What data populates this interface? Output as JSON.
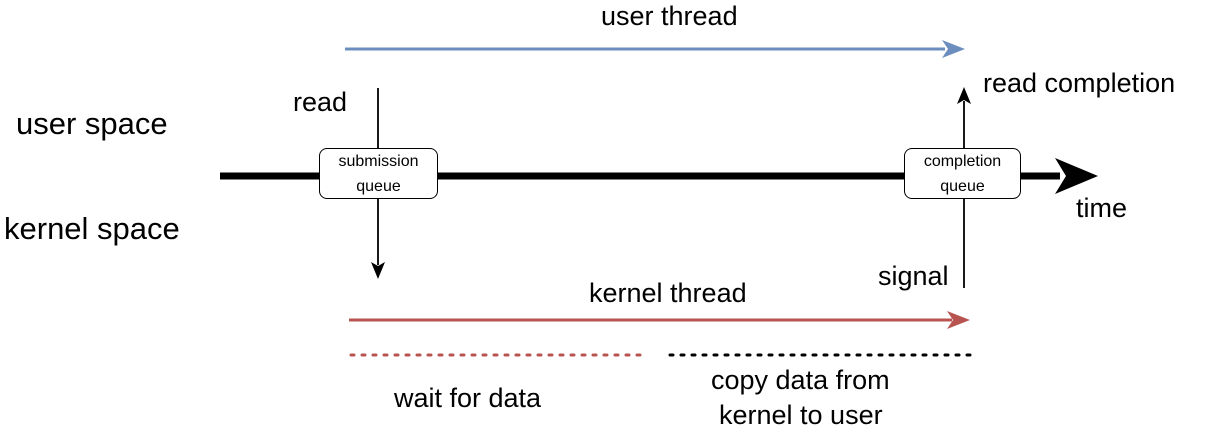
{
  "labels": {
    "user_thread": "user thread",
    "read": "read",
    "read_completion": "read completion",
    "user_space": "user space",
    "kernel_space": "kernel space",
    "time": "time",
    "signal": "signal",
    "kernel_thread": "kernel thread",
    "wait_for_data": "wait for data",
    "copy_data_line1": "copy data from",
    "copy_data_line2": "kernel to user"
  },
  "boxes": {
    "submission_line1": "submission",
    "submission_line2": "queue",
    "completion_line1": "completion",
    "completion_line2": "queue"
  },
  "colors": {
    "user_thread": "#6c8ebf",
    "kernel_thread": "#b85450",
    "timeline": "#000000"
  }
}
